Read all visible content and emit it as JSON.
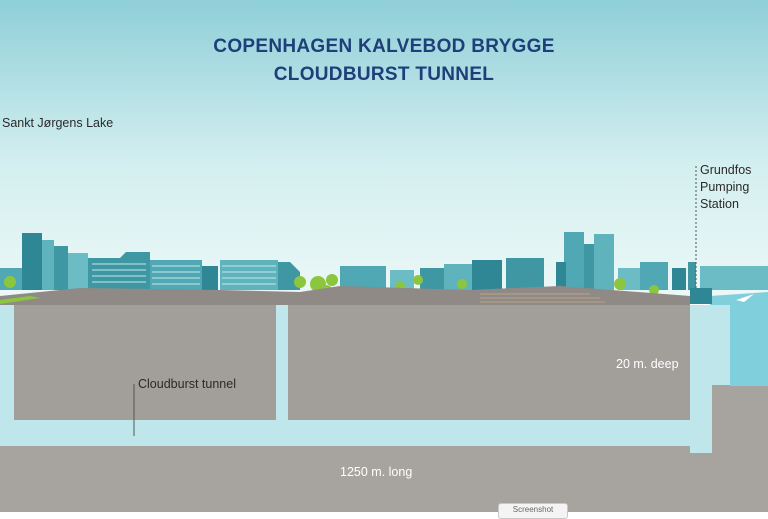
{
  "title": {
    "line1": "COPENHAGEN KALVEBOD BRYGGE",
    "line2": "CLOUDBURST TUNNEL"
  },
  "labels": {
    "lake": "Sankt Jørgens Lake",
    "pumping_station": [
      "Grundfos",
      "Pumping",
      "Station"
    ],
    "tunnel": "Cloudburst tunnel",
    "depth": "20 m. deep",
    "length": "1250 m. long"
  },
  "badge": "Screenshot",
  "colors": {
    "sky_top": "#8fcfd8",
    "sky_bottom": "#ecf8f7",
    "ground": "#a7a39f",
    "tunnel_water": "#bfe6ea",
    "lake_water": "#7fcfdc",
    "building_teal": "#4fa8b3",
    "building_dark": "#2f8795",
    "tree_green": "#8cc63f",
    "title_color": "#1e3f78"
  }
}
